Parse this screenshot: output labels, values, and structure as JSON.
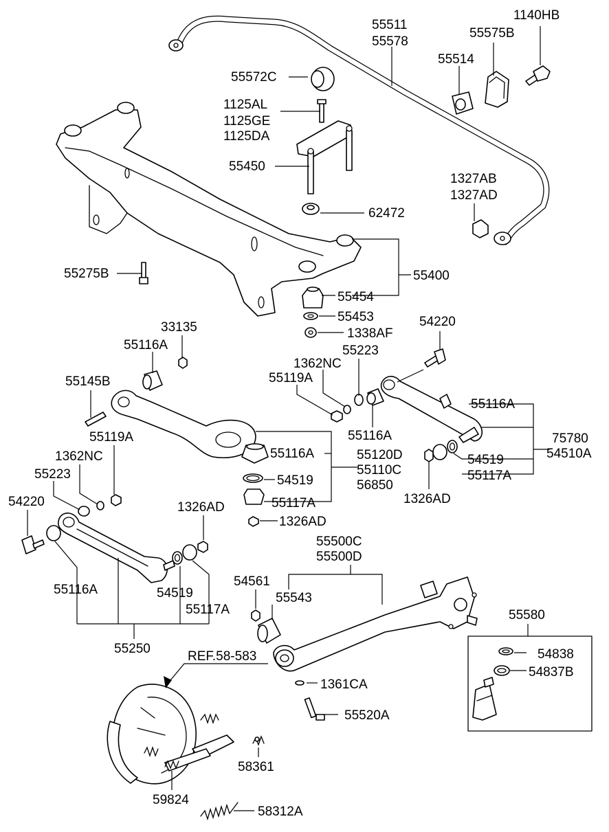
{
  "labels": {
    "p55511": "55511",
    "p55578": "55578",
    "p1140HB": "1140HB",
    "p55575B": "55575B",
    "p55514": "55514",
    "p55572C": "55572C",
    "p1125AL": "1125AL",
    "p1125GE": "1125GE",
    "p1125DA": "1125DA",
    "p55450": "55450",
    "p1327AB": "1327AB",
    "p1327AD": "1327AD",
    "p62472": "62472",
    "p55275B": "55275B",
    "p55400": "55400",
    "p55454": "55454",
    "p55453": "55453",
    "p1338AF": "1338AF",
    "p33135": "33135",
    "p54220_r": "54220",
    "p55116A_top": "55116A",
    "p1362NC_r": "1362NC",
    "p55223_r": "55223",
    "p55119A_r": "55119A",
    "p55145B": "55145B",
    "p55116A_r1": "55116A",
    "p75780": "75780",
    "p54510A": "54510A",
    "p55116A_r2": "55116A",
    "p54519_r": "54519",
    "p55117A_r": "55117A",
    "p1326AD_r": "1326AD",
    "p55119A_l": "55119A",
    "p1362NC_l": "1362NC",
    "p55116A_mid": "55116A",
    "p55120D": "55120D",
    "p55110C": "55110C",
    "p56850": "56850",
    "p55223_l": "55223",
    "p54519_mid": "54519",
    "p55117A_mid": "55117A",
    "p54220_l": "54220",
    "p1326AD_top": "1326AD",
    "p1326AD_mid": "1326AD",
    "p55500C": "55500C",
    "p55500D": "55500D",
    "p54561": "54561",
    "p55543": "55543",
    "p55116A_l": "55116A",
    "p54519_l": "54519",
    "p55117A_l": "55117A",
    "p55580": "55580",
    "p55250": "55250",
    "pREF": "REF.58-583",
    "p54838": "54838",
    "p54837B": "54837B",
    "p1361CA": "1361CA",
    "p55520A": "55520A",
    "p58361": "58361",
    "p59824": "59824",
    "p58312A": "58312A"
  }
}
